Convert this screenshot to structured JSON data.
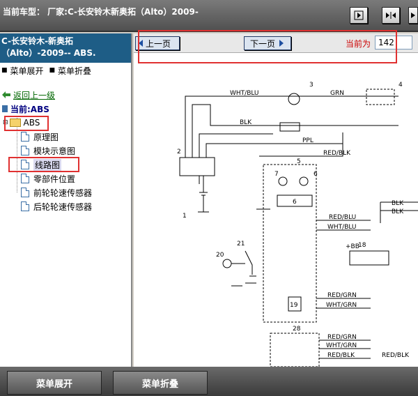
{
  "topbar": {
    "vehicle_label": "当前车型：  厂家:C-长安铃木新奥拓（Alto）2009-"
  },
  "left": {
    "header_line1": "C-长安铃木-新奥拓",
    "header_line2": "（Alto）-2009-- ABS.",
    "expand_label": "菜单展开",
    "collapse_label": "菜单折叠",
    "back_label": "返回上一级",
    "current_label": "当前:ABS",
    "folder_label": "ABS",
    "items": [
      "原理图",
      "模块示意图",
      "线路图",
      "零部件位置",
      "前轮轮速传感器",
      "后轮轮速传感器"
    ]
  },
  "nav": {
    "prev_label": "上一页",
    "next_label": "下一页",
    "page_label": "当前为",
    "page_value": "142"
  },
  "diagram": {
    "labels": {
      "wht_blu": "WHT/BLU",
      "grn": "GRN",
      "blk": "BLK",
      "ppl": "PPL",
      "red_blk": "RED/BLK",
      "blk_r1": "BLK",
      "blk_r2": "BLK",
      "red_blu": "RED/BLU",
      "wht_blu2": "WHT/BLU",
      "red_grn": "RED/GRN",
      "wht_grn": "WHT/GRN",
      "red_grn2": "RED/GRN",
      "wht_grn2": "WHT/GRN",
      "red_blk2": "RED/BLK",
      "red_blk3": "RED/BLK",
      "plus_bb": "+BB",
      "n1": "1",
      "n2": "2",
      "n3": "3",
      "n4": "4",
      "n5": "5",
      "n6": "6",
      "n7": "7",
      "n6b": "6",
      "n18": "18",
      "n19": "19",
      "n20": "20",
      "n21": "21",
      "n28": "28"
    }
  },
  "bottom": {
    "expand_label": "菜单展开",
    "collapse_label": "菜单折叠"
  }
}
